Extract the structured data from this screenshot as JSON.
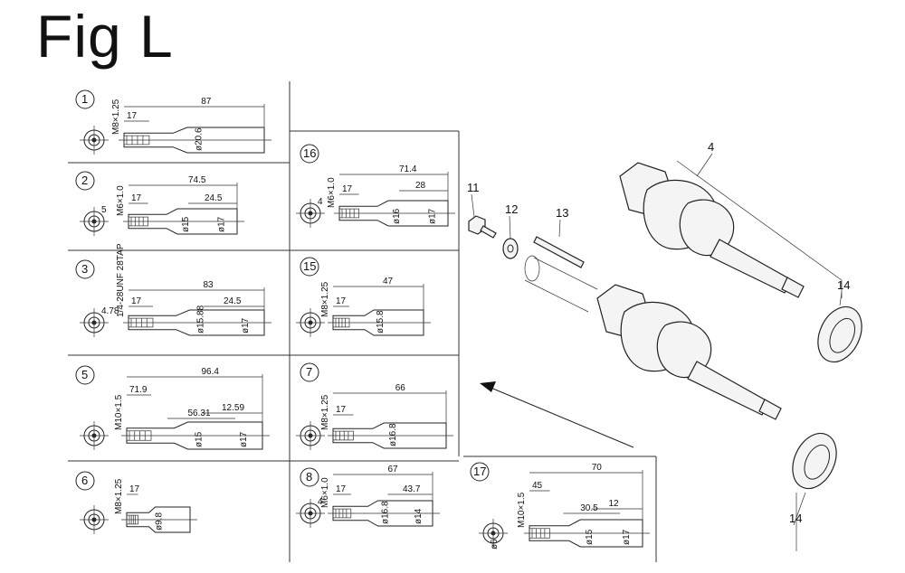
{
  "title": "Fig L",
  "panels": [
    {
      "id": "1",
      "thread": "M8×1.25",
      "d1": "17",
      "len": "87",
      "dia": "ø20.6"
    },
    {
      "id": "2",
      "thread": "M6×1.0",
      "d1": "17",
      "len": "74.5",
      "d2": "24.5",
      "dia": "ø15",
      "dia2": "ø17",
      "side": "5"
    },
    {
      "id": "3",
      "thread": "1/4-28UNF 28TAP",
      "d1": "17",
      "len": "83",
      "d2": "24.5",
      "dia": "ø15.88",
      "dia2": "ø17",
      "side": "4.78"
    },
    {
      "id": "5",
      "thread": "M10×1.5",
      "len": "96.4",
      "d1": "71.9",
      "d2": "12.59",
      "d3": "56.31",
      "dia": "ø15",
      "dia2": "ø17"
    },
    {
      "id": "6",
      "thread": "M8×1.25",
      "d1": "17",
      "dia": "ø9.8"
    },
    {
      "id": "16",
      "thread": "M6×1.0",
      "d1": "17",
      "len": "71.4",
      "d2": "28",
      "dia": "ø16",
      "dia2": "ø17",
      "side": "4"
    },
    {
      "id": "15",
      "thread": "M8×1.25",
      "d1": "17",
      "len": "47",
      "dia": "ø15.8"
    },
    {
      "id": "7",
      "thread": "M8×1.25",
      "d1": "17",
      "len": "66",
      "dia": "ø16.8"
    },
    {
      "id": "8",
      "thread": "M6×1.0",
      "d1": "17",
      "len": "67",
      "d2": "43.7",
      "dia": "ø16.8",
      "dia2": "ø14",
      "side": "4"
    },
    {
      "id": "17",
      "thread": "M10×1.5",
      "len": "70",
      "d1": "45",
      "d2": "12",
      "d3": "30.5",
      "dia": "ø15",
      "dia2": "ø17",
      "dia3": "ø6"
    }
  ],
  "callouts": {
    "crank": "4",
    "bolt": "11",
    "washer": "12",
    "key": "13",
    "bearing_top": "14",
    "bearing_bottom": "14"
  }
}
